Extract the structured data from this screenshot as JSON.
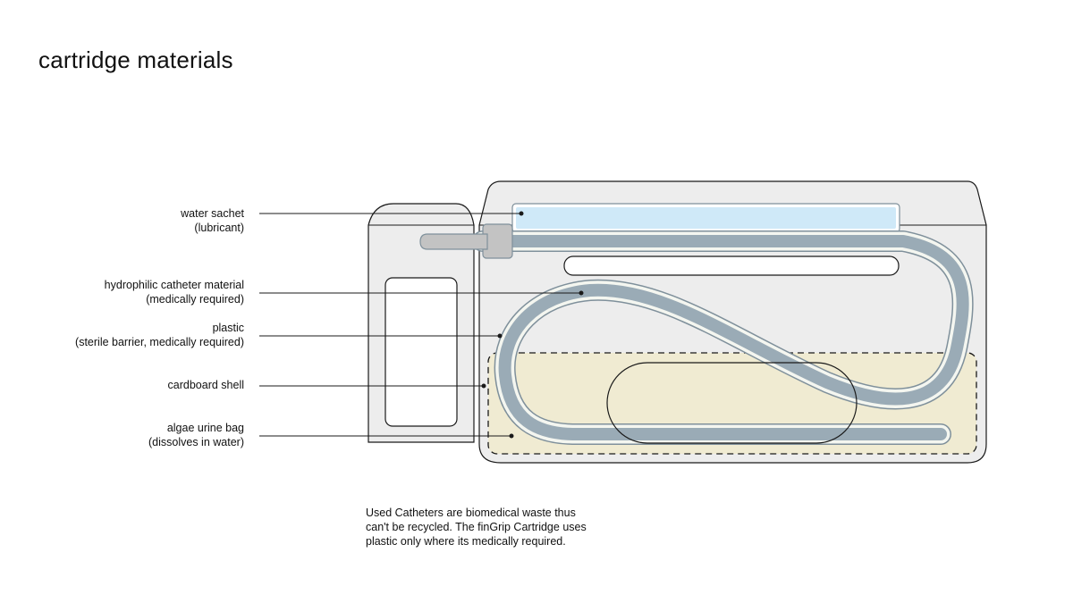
{
  "title": "cartridge materials",
  "labels": [
    {
      "id": "water-sachet",
      "line1": "water sachet",
      "line2": "(lubricant)"
    },
    {
      "id": "hydrophilic-catheter",
      "line1": "hydrophilic catheter material",
      "line2": "(medically required)"
    },
    {
      "id": "plastic",
      "line1": "plastic",
      "line2": "(sterile barrier, medically required)"
    },
    {
      "id": "cardboard-shell",
      "line1": "cardboard shell",
      "line2": ""
    },
    {
      "id": "algae-urine-bag",
      "line1": "algae urine bag",
      "line2": "(dissolves in water)"
    }
  ],
  "caption": {
    "line1": "Used Catheters are biomedical waste thus",
    "line2": "can't be recycled. The finGrip Cartridge uses",
    "line3": "plastic only where its medically required."
  },
  "colors": {
    "shell_fill": "#ededed",
    "shell_stroke": "#1a1a1a",
    "water": "#cfe9f8",
    "catheter": "#9aabb6",
    "catheter_outline": "#7f909b",
    "bag": "#f0ebd2",
    "slot": "#ffffff"
  }
}
